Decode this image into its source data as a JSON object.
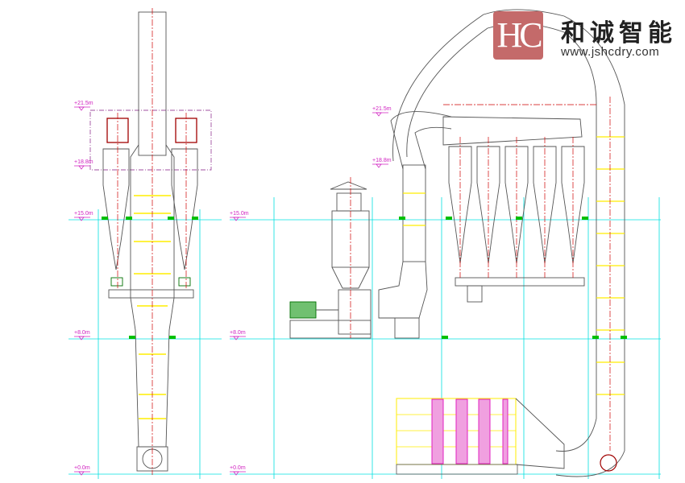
{
  "drawing": {
    "title": "Cyclone dust collector system elevation",
    "levels": {
      "l215": "+21.5m",
      "l188": "+18.8m",
      "l150": "+15.0m",
      "l80": "+8.0m",
      "l00": "+0.0m"
    },
    "colors": {
      "grid": "#00e0e0",
      "center": "#d00000",
      "duct": "#555555",
      "yellow": "#ffee00",
      "magenta": "#e020c0",
      "ground": "#00c000"
    }
  },
  "logo": {
    "badge": "HC",
    "name": "和诚智能",
    "url": "www.jshcdry.com"
  }
}
